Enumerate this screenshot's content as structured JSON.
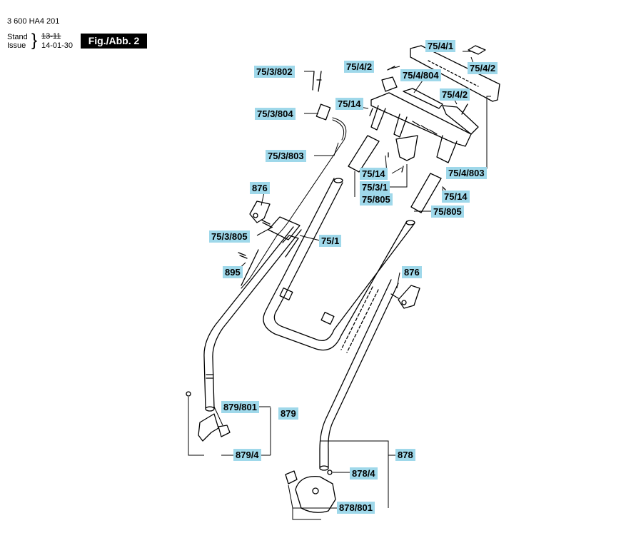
{
  "header": {
    "doc_number": "3 600 HA4 201",
    "stand_label": "Stand",
    "issue_label": "Issue",
    "old_date": "13-11",
    "new_date": "14-01-30",
    "figure_label": "Fig./Abb. 2"
  },
  "parts": {
    "p_75_3_802": "75/3/802",
    "p_75_3_804": "75/3/804",
    "p_75_3_803": "75/3/803",
    "p_876_a": "876",
    "p_75_3_805": "75/3/805",
    "p_895": "895",
    "p_75_1": "75/1",
    "p_75_4_1": "75/4/1",
    "p_75_4_2_a": "75/4/2",
    "p_75_4_2_b": "75/4/2",
    "p_75_4_804": "75/4/804",
    "p_75_4_2_c": "75/4/2",
    "p_75_14_a": "75/14",
    "p_75_14_b": "75/14",
    "p_75_3_1": "75/3/1",
    "p_75_805_a": "75/805",
    "p_75_4_803": "75/4/803",
    "p_75_14_c": "75/14",
    "p_75_805_b": "75/805",
    "p_876_b": "876",
    "p_879_801": "879/801",
    "p_879": "879",
    "p_879_4": "879/4",
    "p_878": "878",
    "p_878_4": "878/4",
    "p_878_801": "878/801"
  }
}
